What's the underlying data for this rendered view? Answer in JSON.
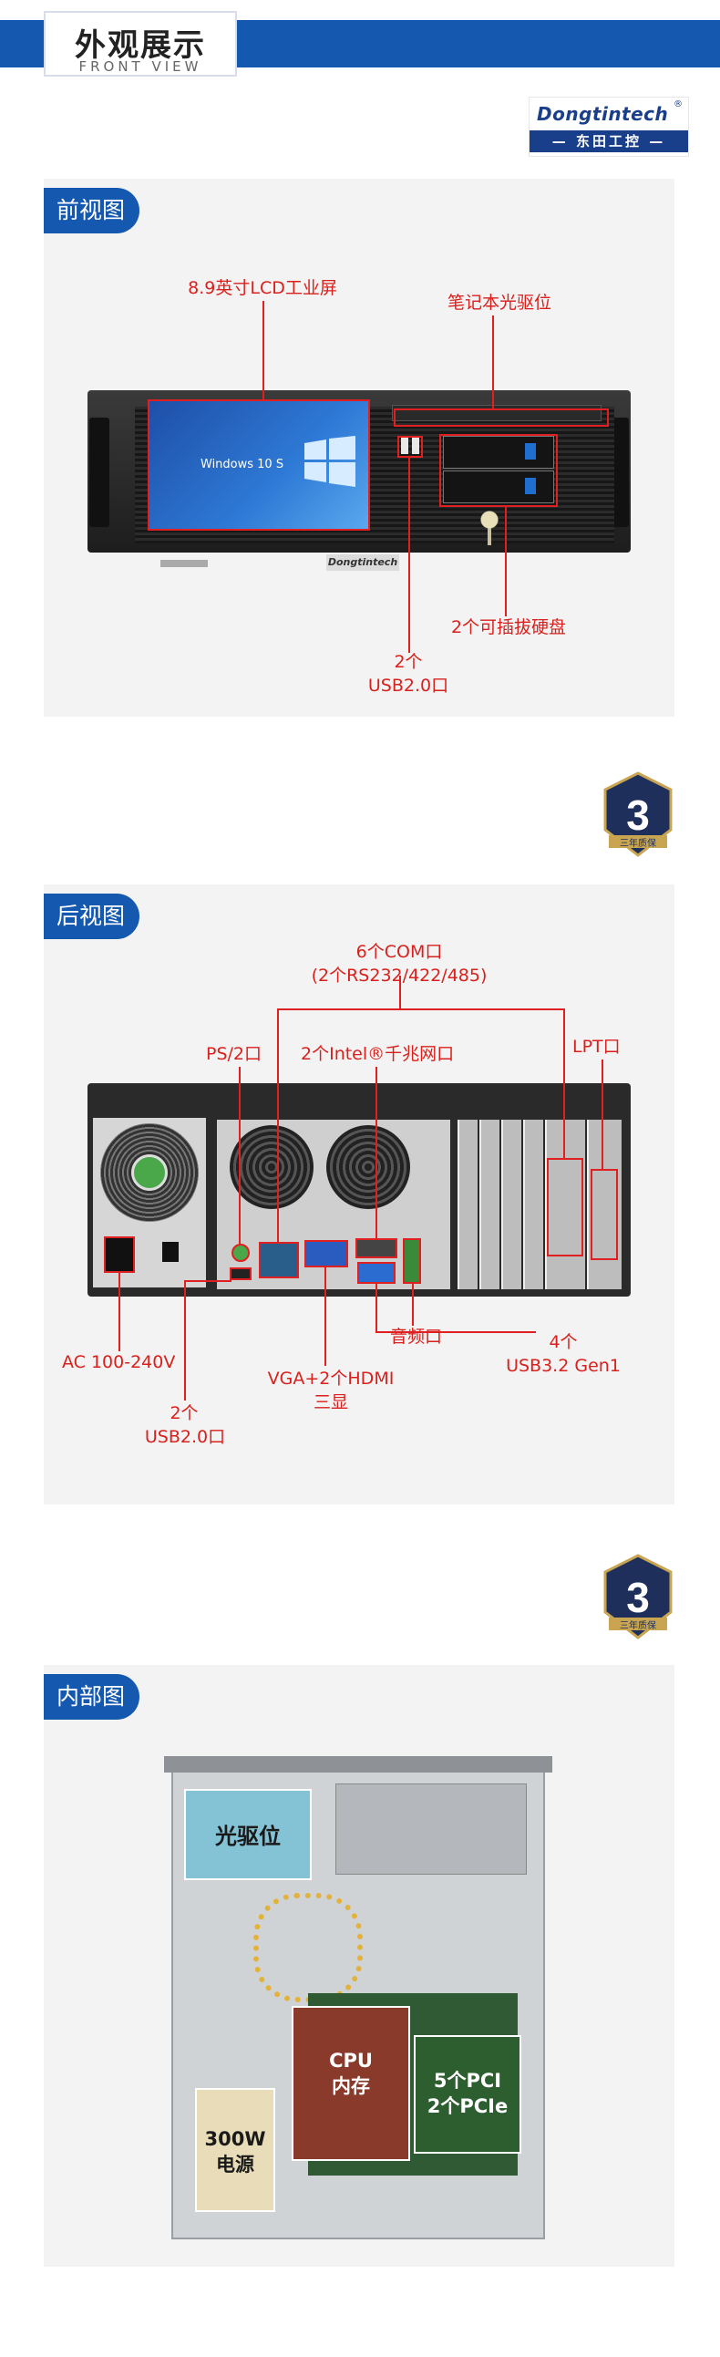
{
  "header": {
    "title": "外观展示",
    "subtitle": "FRONT VIEW"
  },
  "logo": {
    "brand": "Dongtintech",
    "reg": "®",
    "chinese": "东田工控"
  },
  "front": {
    "tag": "前视图",
    "lcd_label": "8.9英寸LCD工业屏",
    "odd_label": "笔记本光驱位",
    "hdd_label": "2个可插拔硬盘",
    "usb_label_1": "2个",
    "usb_label_2": "USB2.0口",
    "screen_text": "Windows 10 S",
    "plate_text": "Dongtintech"
  },
  "badge": {
    "number": "3",
    "text": "三年质保"
  },
  "rear": {
    "tag": "后视图",
    "com_label_1": "6个COM口",
    "com_label_2": "(2个RS232/422/485)",
    "ps2_label": "PS/2口",
    "lan_label": "2个Intel®千兆网口",
    "lpt_label": "LPT口",
    "ac_label": "AC 100-240V",
    "vga_label_1": "VGA+2个HDMI",
    "vga_label_2": "三显",
    "audio_label": "音频口",
    "usb3_label_1": "4个",
    "usb3_label_2": "USB3.2 Gen1",
    "usb2_label_1": "2个",
    "usb2_label_2": "USB2.0口"
  },
  "internal": {
    "tag": "内部图",
    "odd": "光驱位",
    "cpu_1": "CPU",
    "cpu_2": "内存",
    "pci_1": "5个PCI",
    "pci_2": "2个PCIe",
    "psu_1": "300W",
    "psu_2": "电源"
  },
  "colors": {
    "accent": "#1558b0",
    "callout": "#e02020",
    "panel": "#f3f3f3"
  }
}
